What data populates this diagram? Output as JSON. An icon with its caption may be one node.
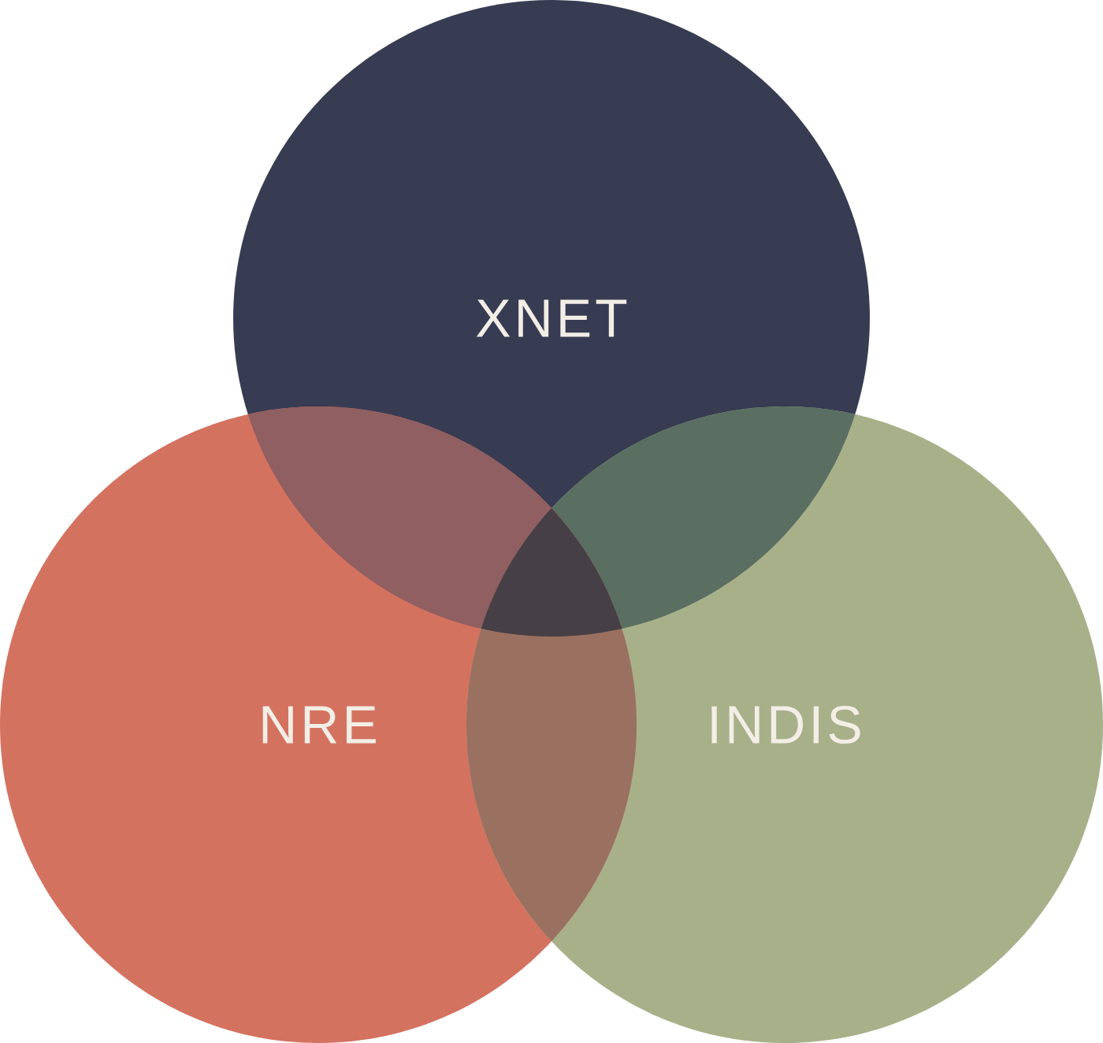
{
  "diagram": {
    "nodes": [
      {
        "text": [
          "XNET"
        ]
      },
      {
        "text": [
          "NRE"
        ]
      },
      {
        "text": [
          "INDIS"
        ]
      }
    ]
  }
}
